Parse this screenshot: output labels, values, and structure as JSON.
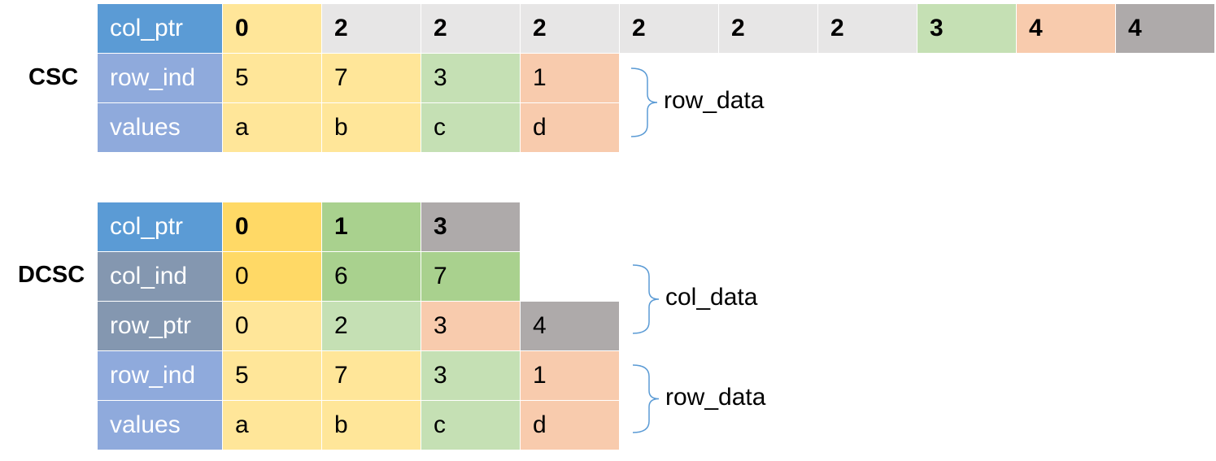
{
  "csc": {
    "label": "CSC",
    "rows": [
      {
        "name": "col_ptr",
        "bold": true,
        "header_color": "#5b9bd5",
        "cells": [
          {
            "text": "0",
            "color": "#ffe699"
          },
          {
            "text": "2",
            "color": "#e7e6e6"
          },
          {
            "text": "2",
            "color": "#e7e6e6"
          },
          {
            "text": "2",
            "color": "#e7e6e6"
          },
          {
            "text": "2",
            "color": "#e7e6e6"
          },
          {
            "text": "2",
            "color": "#e7e6e6"
          },
          {
            "text": "2",
            "color": "#e7e6e6"
          },
          {
            "text": "3",
            "color": "#c5e0b4"
          },
          {
            "text": "4",
            "color": "#f8cbad"
          },
          {
            "text": "4",
            "color": "#aeaaaa"
          }
        ]
      },
      {
        "name": "row_ind",
        "bold": false,
        "header_color": "#8faadc",
        "cells": [
          {
            "text": "5",
            "color": "#ffe699"
          },
          {
            "text": "7",
            "color": "#ffe699"
          },
          {
            "text": "3",
            "color": "#c5e0b4"
          },
          {
            "text": "1",
            "color": "#f8cbad"
          }
        ]
      },
      {
        "name": "values",
        "bold": false,
        "header_color": "#8faadc",
        "cells": [
          {
            "text": "a",
            "color": "#ffe699"
          },
          {
            "text": "b",
            "color": "#ffe699"
          },
          {
            "text": "c",
            "color": "#c5e0b4"
          },
          {
            "text": "d",
            "color": "#f8cbad"
          }
        ]
      }
    ],
    "braces": [
      {
        "label": "row_data"
      }
    ]
  },
  "dcsc": {
    "label": "DCSC",
    "rows": [
      {
        "name": "col_ptr",
        "bold": true,
        "header_color": "#5b9bd5",
        "cells": [
          {
            "text": "0",
            "color": "#ffd966"
          },
          {
            "text": "1",
            "color": "#a9d18e"
          },
          {
            "text": "3",
            "color": "#aeaaaa"
          }
        ]
      },
      {
        "name": "col_ind",
        "bold": false,
        "header_color": "#8497b0",
        "cells": [
          {
            "text": "0",
            "color": "#ffd966"
          },
          {
            "text": "6",
            "color": "#a9d18e"
          },
          {
            "text": "7",
            "color": "#a9d18e"
          }
        ]
      },
      {
        "name": "row_ptr",
        "bold": false,
        "header_color": "#8497b0",
        "cells": [
          {
            "text": "0",
            "color": "#ffe699"
          },
          {
            "text": "2",
            "color": "#c5e0b4"
          },
          {
            "text": "3",
            "color": "#f8cbad"
          },
          {
            "text": "4",
            "color": "#aeaaaa"
          }
        ]
      },
      {
        "name": "row_ind",
        "bold": false,
        "header_color": "#8faadc",
        "cells": [
          {
            "text": "5",
            "color": "#ffe699"
          },
          {
            "text": "7",
            "color": "#ffe699"
          },
          {
            "text": "3",
            "color": "#c5e0b4"
          },
          {
            "text": "1",
            "color": "#f8cbad"
          }
        ]
      },
      {
        "name": "values",
        "bold": false,
        "header_color": "#8faadc",
        "cells": [
          {
            "text": "a",
            "color": "#ffe699"
          },
          {
            "text": "b",
            "color": "#ffe699"
          },
          {
            "text": "c",
            "color": "#c5e0b4"
          },
          {
            "text": "d",
            "color": "#f8cbad"
          }
        ]
      }
    ],
    "braces": [
      {
        "label": "col_data"
      },
      {
        "label": "row_data"
      }
    ]
  },
  "brace_color": "#5b9bd5"
}
